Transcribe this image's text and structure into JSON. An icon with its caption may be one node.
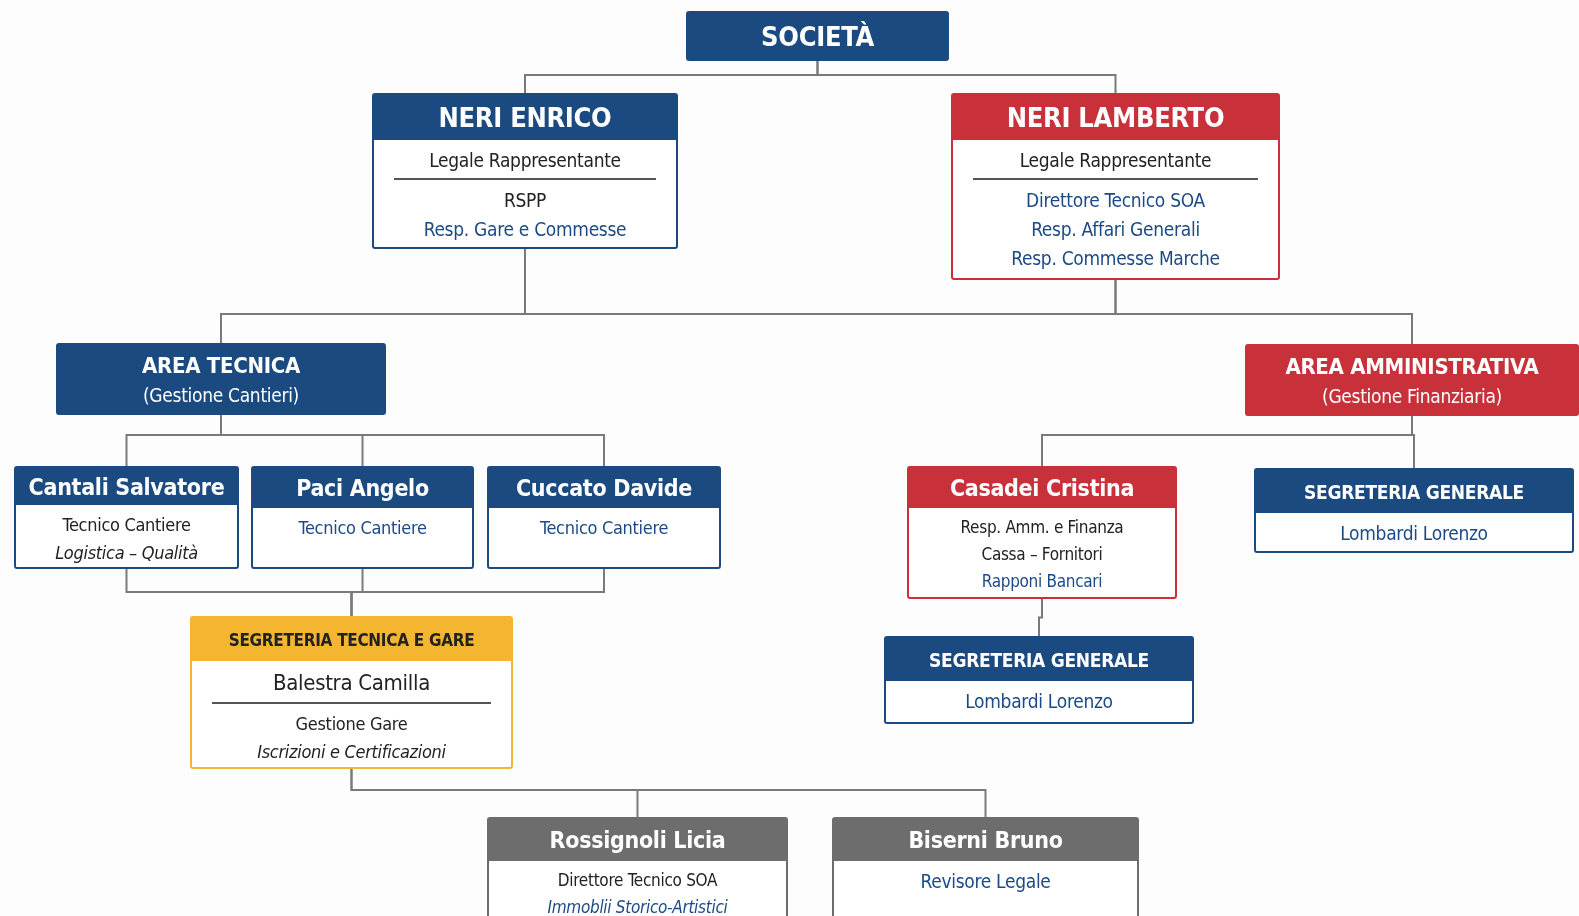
{
  "diagram": {
    "nodes": [
      {
        "text": [
          "SOCIETÀ"
        ]
      },
      {
        "text": [
          "NERI ENRICO",
          "Legale Rappresentante",
          "RSPP",
          "Resp. Gare e Commesse"
        ]
      },
      {
        "text": [
          "NERI LAMBERTO",
          "Legale Rappresentante",
          "Direttore Tecnico SOA",
          "Resp. Affari Generali",
          "Resp. Commesse Marche"
        ]
      },
      {
        "text": [
          "AREA TECNICA",
          "(Gestione Cantieri)"
        ]
      },
      {
        "text": [
          "AREA AMMINISTRATIVA",
          "(Gestione Finanziaria)"
        ]
      },
      {
        "text": [
          "Cantali Salvatore",
          "Tecnico Cantiere",
          "Logistica – Qualità"
        ]
      },
      {
        "text": [
          "Paci Angelo",
          "Tecnico Cantiere"
        ]
      },
      {
        "text": [
          "Cuccato Davide",
          "Tecnico Cantiere"
        ]
      },
      {
        "text": [
          "Casadei Cristina",
          "Resp. Amm. e Finanza",
          "Cassa – Fornitori",
          "Rapponi Bancari"
        ]
      },
      {
        "text": [
          "SEGRETERIA GENERALE",
          "Lombardi Lorenzo"
        ]
      },
      {
        "text": [
          "SEGRETERIA TECNICA E GARE",
          "Balestra Camilla",
          "Gestione Gare",
          "Iscrizioni e Certificazioni"
        ]
      },
      {
        "text": [
          "SEGRETERIA GENERALE",
          "Lombardi Lorenzo"
        ]
      },
      {
        "text": [
          "Rossignoli Licia",
          "Direttore Tecnico SOA",
          "Immoblii Storico-Artistici"
        ]
      },
      {
        "text": [
          "Biserni Bruno",
          "Revisore Legale"
        ]
      }
    ],
    "edges": [
      {
        "from": 0,
        "to": 1,
        "arrow": "none"
      },
      {
        "from": 0,
        "to": 2,
        "arrow": "none"
      },
      {
        "from": 1,
        "to": 3,
        "arrow": "none"
      },
      {
        "from": 1,
        "to": 4,
        "arrow": "none"
      },
      {
        "from": 2,
        "to": 3,
        "arrow": "none"
      },
      {
        "from": 2,
        "to": 4,
        "arrow": "none"
      },
      {
        "from": 3,
        "to": 5,
        "arrow": "none"
      },
      {
        "from": 3,
        "to": 6,
        "arrow": "none"
      },
      {
        "from": 3,
        "to": 7,
        "arrow": "none"
      },
      {
        "from": 4,
        "to": 8,
        "arrow": "none"
      },
      {
        "from": 4,
        "to": 9,
        "arrow": "none"
      },
      {
        "from": 5,
        "to": 10,
        "arrow": "none"
      },
      {
        "from": 6,
        "to": 10,
        "arrow": "none"
      },
      {
        "from": 7,
        "to": 10,
        "arrow": "none"
      },
      {
        "from": 8,
        "to": 11,
        "arrow": "none"
      },
      {
        "from": 10,
        "to": 12,
        "arrow": "none"
      },
      {
        "from": 10,
        "to": 13,
        "arrow": "none"
      }
    ]
  }
}
